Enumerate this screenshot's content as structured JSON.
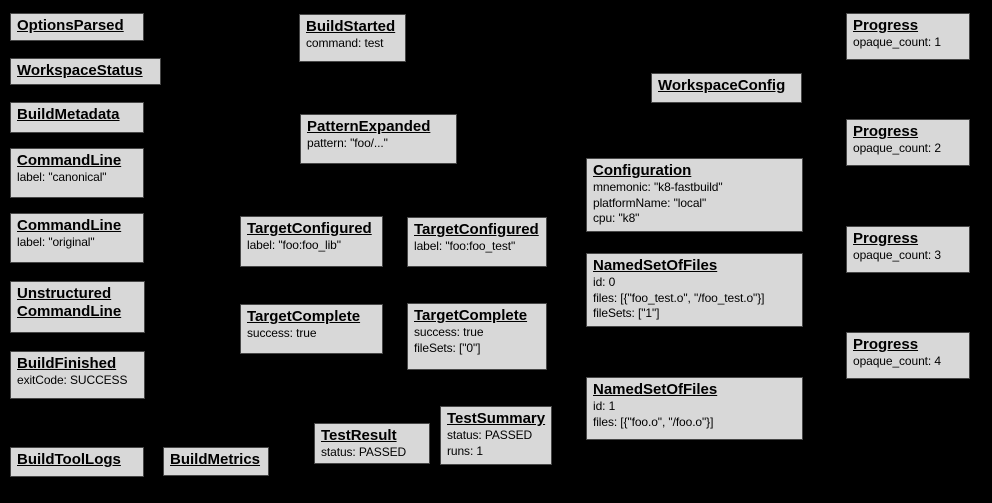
{
  "diagram": {
    "description": "Build event protocol event graph",
    "theme": {
      "background": "#000000",
      "node_fill": "#d8d8d8",
      "node_border": "#474747",
      "text": "#000000"
    },
    "nodes": {
      "options_parsed": {
        "title": "OptionsParsed",
        "lines": []
      },
      "workspace_status": {
        "title": "WorkspaceStatus",
        "lines": []
      },
      "build_metadata": {
        "title": "BuildMetadata",
        "lines": []
      },
      "command_line_canonical": {
        "title": "CommandLine",
        "lines": [
          "label: \"canonical\""
        ]
      },
      "command_line_original": {
        "title": "CommandLine",
        "lines": [
          "label: \"original\""
        ]
      },
      "unstructured_command_line": {
        "title": "Unstructured CommandLine",
        "lines": []
      },
      "build_finished": {
        "title": "BuildFinished",
        "lines": [
          "exitCode: SUCCESS"
        ]
      },
      "build_tool_logs": {
        "title": "BuildToolLogs",
        "lines": []
      },
      "build_metrics": {
        "title": "BuildMetrics",
        "lines": []
      },
      "build_started": {
        "title": "BuildStarted",
        "lines": [
          "command: test"
        ]
      },
      "pattern_expanded": {
        "title": "PatternExpanded",
        "lines": [
          "pattern: \"foo/...\""
        ]
      },
      "target_configured_lib": {
        "title": "TargetConfigured",
        "lines": [
          "label: \"foo:foo_lib\""
        ]
      },
      "target_configured_test": {
        "title": "TargetConfigured",
        "lines": [
          "label: \"foo:foo_test\""
        ]
      },
      "target_complete_lib": {
        "title": "TargetComplete",
        "lines": [
          "success: true"
        ]
      },
      "target_complete_test": {
        "title": "TargetComplete",
        "lines": [
          "success: true",
          "fileSets: [\"0\"]"
        ]
      },
      "test_result": {
        "title": "TestResult",
        "lines": [
          "status: PASSED"
        ]
      },
      "test_summary": {
        "title": "TestSummary",
        "lines": [
          "status: PASSED",
          "runs: 1"
        ]
      },
      "workspace_config": {
        "title": "WorkspaceConfig",
        "lines": []
      },
      "configuration": {
        "title": "Configuration",
        "lines": [
          "mnemonic: \"k8-fastbuild\"",
          "platformName: \"local\"",
          "cpu: \"k8\""
        ]
      },
      "named_set_of_files_0": {
        "title": "NamedSetOfFiles",
        "lines": [
          "id: 0",
          "files: [{\"foo_test.o\", \"/foo_test.o\"}]",
          "fileSets: [\"1\"]"
        ]
      },
      "named_set_of_files_1": {
        "title": "NamedSetOfFiles",
        "lines": [
          "id: 1",
          "files: [{\"foo.o\", \"/foo.o\"}]"
        ]
      },
      "progress_1": {
        "title": "Progress",
        "lines": [
          "opaque_count: 1"
        ]
      },
      "progress_2": {
        "title": "Progress",
        "lines": [
          "opaque_count: 2"
        ]
      },
      "progress_3": {
        "title": "Progress",
        "lines": [
          "opaque_count: 3"
        ]
      },
      "progress_4": {
        "title": "Progress",
        "lines": [
          "opaque_count: 4"
        ]
      }
    }
  }
}
